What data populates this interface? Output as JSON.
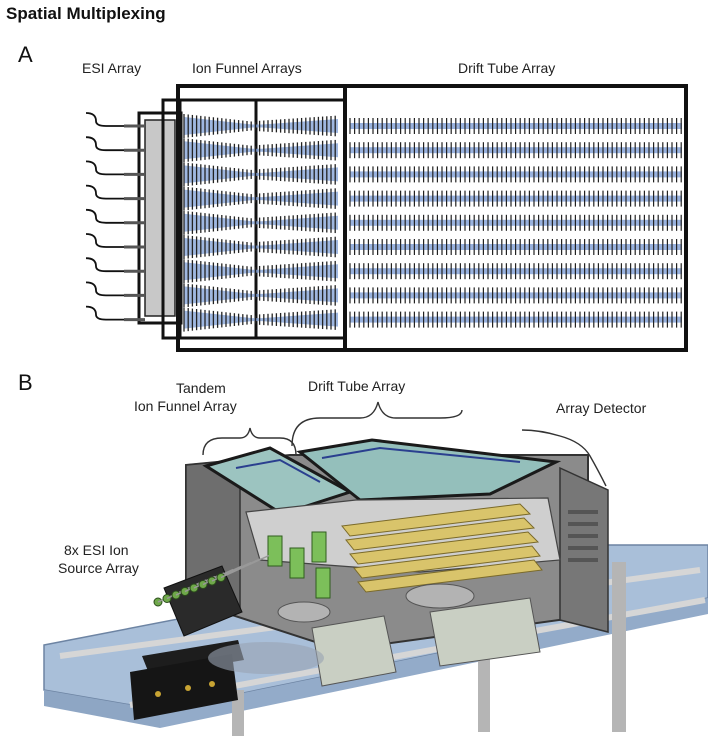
{
  "title": "Spatial Multiplexing",
  "panel_a": {
    "letter": "A",
    "labels": {
      "esi": "ESI Array",
      "funnel": "Ion Funnel Arrays",
      "drift": "Drift Tube Array"
    },
    "channel_count": 9
  },
  "panel_b": {
    "letter": "B",
    "labels": {
      "tandem_line1": "Tandem",
      "tandem_line2": "Ion Funnel Array",
      "drift": "Drift Tube Array",
      "detector": "Array Detector",
      "esi_line1": "8x ESI Ion",
      "esi_line2": "Source Array"
    }
  },
  "colors": {
    "outline": "#111111",
    "ion_beam": "#7f9fd6",
    "rail": "#b9c9de",
    "glass": "#8fb7b4",
    "housing": "#777777",
    "gold": "#d8c36a",
    "green": "#6aa84f"
  }
}
